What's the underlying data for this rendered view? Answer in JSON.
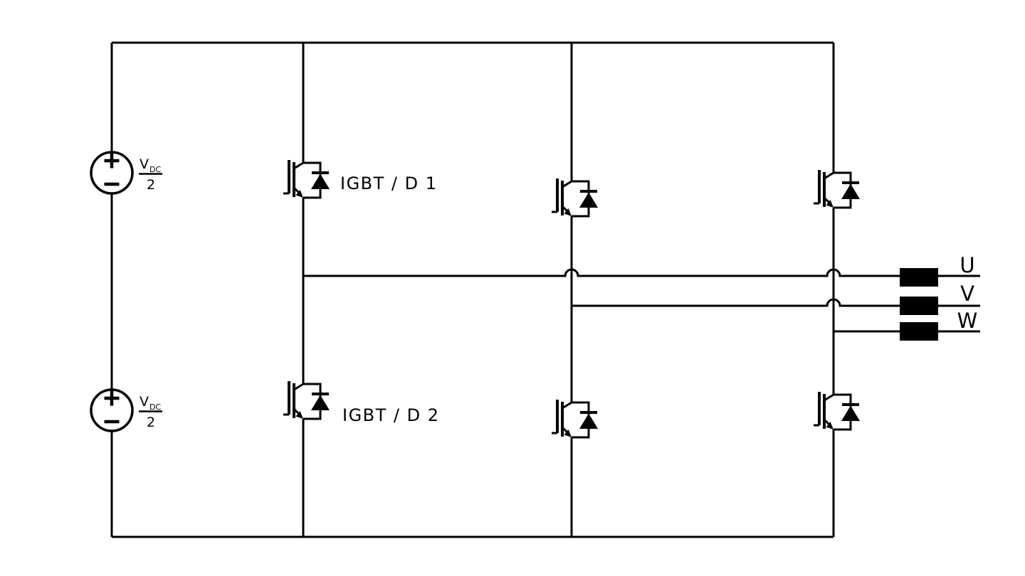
{
  "diagram": {
    "type": "three-phase-inverter-circuit-schematic",
    "colors": {
      "line": "#000000",
      "background": "#ffffff",
      "connector_fill": "#000000"
    },
    "dc_sources": [
      {
        "numerator": "V",
        "subscript": "DC",
        "denominator": "2",
        "plus_icon": "+",
        "minus_icon": "−"
      },
      {
        "numerator": "V",
        "subscript": "DC",
        "denominator": "2",
        "plus_icon": "+",
        "minus_icon": "−"
      }
    ],
    "igbt_labels": [
      "IGBT / D 1",
      "IGBT / D 2"
    ],
    "phases": [
      {
        "label": "U"
      },
      {
        "label": "V"
      },
      {
        "label": "W"
      }
    ]
  }
}
